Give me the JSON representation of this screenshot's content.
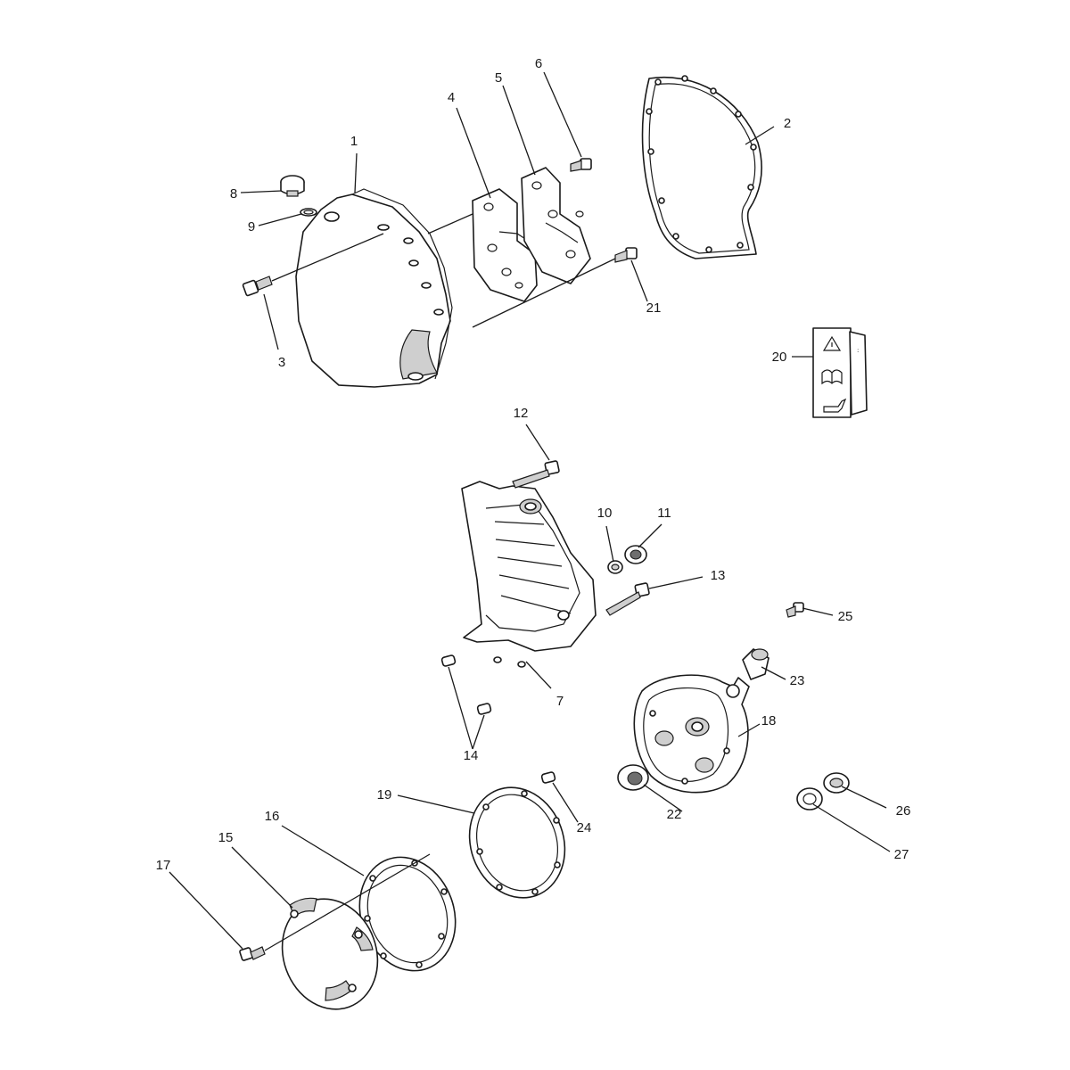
{
  "callouts": [
    {
      "id": "c1",
      "text": "1"
    },
    {
      "id": "c2",
      "text": "2"
    },
    {
      "id": "c3",
      "text": "3"
    },
    {
      "id": "c4",
      "text": "4"
    },
    {
      "id": "c5",
      "text": "5"
    },
    {
      "id": "c6",
      "text": "6"
    },
    {
      "id": "c7",
      "text": "7"
    },
    {
      "id": "c8",
      "text": "8"
    },
    {
      "id": "c9",
      "text": "9"
    },
    {
      "id": "c10",
      "text": "10"
    },
    {
      "id": "c11",
      "text": "11"
    },
    {
      "id": "c12",
      "text": "12"
    },
    {
      "id": "c13",
      "text": "13"
    },
    {
      "id": "c14",
      "text": "14"
    },
    {
      "id": "c15",
      "text": "15"
    },
    {
      "id": "c16",
      "text": "16"
    },
    {
      "id": "c17",
      "text": "17"
    },
    {
      "id": "c18",
      "text": "18"
    },
    {
      "id": "c19",
      "text": "19"
    },
    {
      "id": "c20",
      "text": "20"
    },
    {
      "id": "c21",
      "text": "21"
    },
    {
      "id": "c22",
      "text": "22"
    },
    {
      "id": "c23",
      "text": "23"
    },
    {
      "id": "c24",
      "text": "24"
    },
    {
      "id": "c25",
      "text": "25"
    },
    {
      "id": "c26",
      "text": "26"
    },
    {
      "id": "c27",
      "text": "27"
    }
  ],
  "icons": {
    "warning": "warning-triangle-icon",
    "manual": "open-book-icon",
    "oil": "oil-can-icon"
  },
  "colors": {
    "line": "#1a1a1a",
    "shade": "#cfcfcf",
    "background": "#ffffff"
  }
}
